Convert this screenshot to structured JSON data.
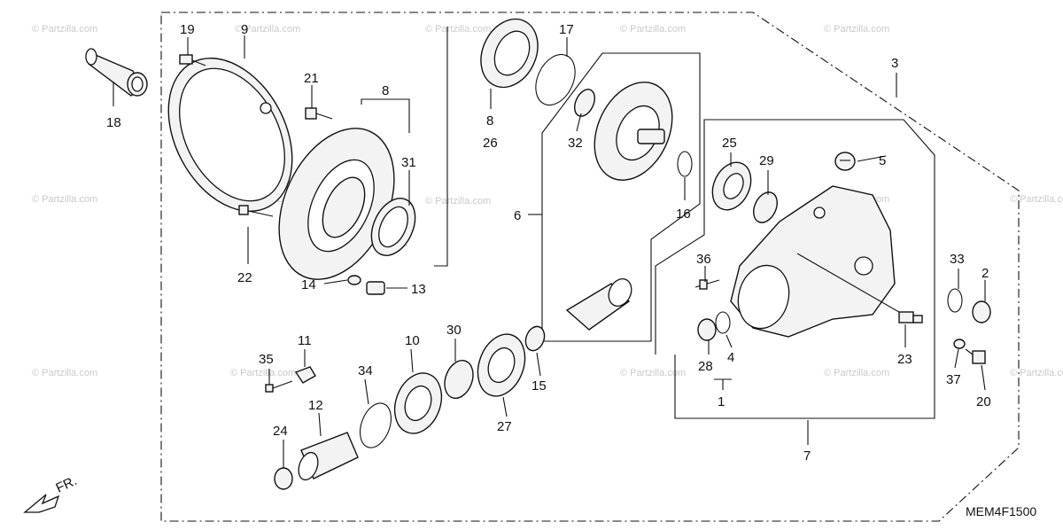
{
  "diagram": {
    "code": "MEM4F1500",
    "front_label": "FR.",
    "watermark": "© Partzilla.com",
    "labels": {
      "l1": "1",
      "l2": "2",
      "l3": "3",
      "l4": "4",
      "l5": "5",
      "l6": "6",
      "l7": "7",
      "l8a": "8",
      "l8b": "8",
      "l9": "9",
      "l10": "10",
      "l11": "11",
      "l12": "12",
      "l13": "13",
      "l14": "14",
      "l15": "15",
      "l16": "16",
      "l17": "17",
      "l18": "18",
      "l19": "19",
      "l20": "20",
      "l21": "21",
      "l22": "22",
      "l23": "23",
      "l24": "24",
      "l25": "25",
      "l26": "26",
      "l27": "27",
      "l28": "28",
      "l29": "29",
      "l30": "30",
      "l31": "31",
      "l32": "32",
      "l33": "33",
      "l34": "34",
      "l35": "35",
      "l36": "36",
      "l37": "37"
    }
  }
}
